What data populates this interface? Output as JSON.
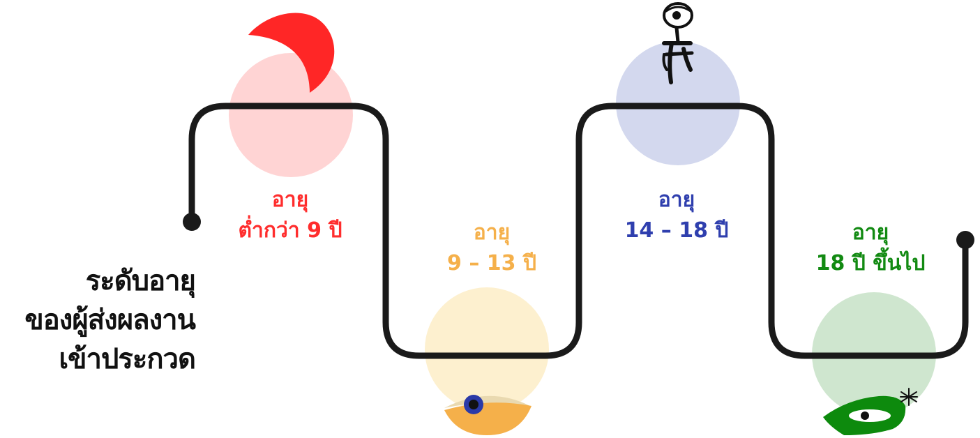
{
  "heading": {
    "line1": "ระดับอายุ",
    "line2": "ของผู้ส่งผลงาน",
    "line3": "เข้าประกวด"
  },
  "age_groups": [
    {
      "title": "อายุ",
      "range": "ต่ำกว่า 9 ปี",
      "color": "#ff2d2d",
      "circle_color": "#ffd4d4"
    },
    {
      "title": "อายุ",
      "range": "9 – 13 ปี",
      "color": "#f5b04a",
      "circle_color": "#fdf0cf"
    },
    {
      "title": "อายุ",
      "range": "14 – 18 ปี",
      "color": "#2f3fae",
      "circle_color": "#d3d8ee"
    },
    {
      "title": "อายุ",
      "range": "18 ปี ขึ้นไป",
      "color": "#128a12",
      "circle_color": "#cfe6cf"
    }
  ],
  "colors": {
    "path": "#1a1a1a",
    "red_shape": "#ff2626",
    "orange_shape": "#f5b04a",
    "eye_blue": "#2b3aa8",
    "green_shape": "#0d8a0d"
  },
  "icons": [
    "red-crescent-icon",
    "orange-eye-icon",
    "stick-figure-eye-icon",
    "green-bird-eye-icon"
  ]
}
